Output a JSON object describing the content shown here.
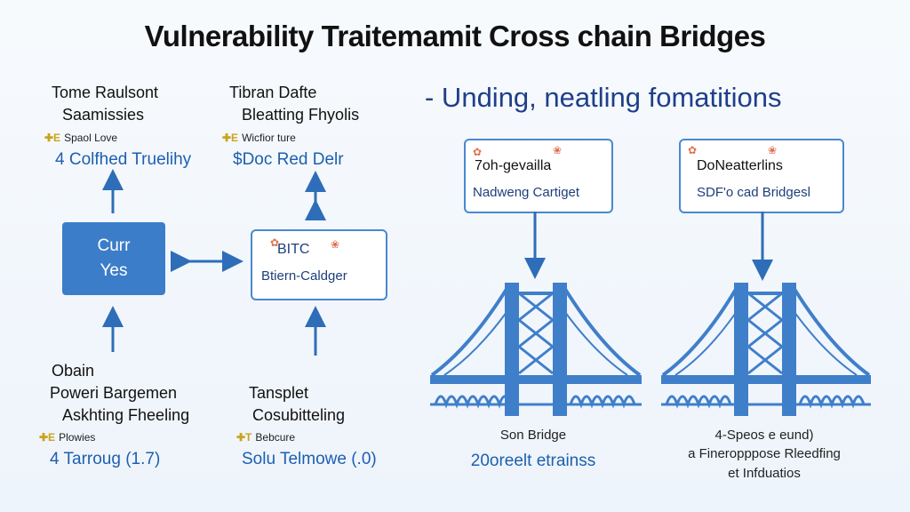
{
  "title": "Vulnerability Traitemamit Cross chain Bridges",
  "subtitle": "- Unding, neatling fomatitions",
  "top_left": {
    "line1": "Tome Raulsont",
    "line2": "Saamissies",
    "note": "Spaol Love",
    "value": "4 Colfhed Truelihy"
  },
  "top_mid": {
    "line1": "Tibran Dafte",
    "line2": "Bleatting Fhyolis",
    "note": "Wicfior ture",
    "value": "$Doc Red Delr"
  },
  "curr_box": {
    "line1": "Curr",
    "line2": "Yes"
  },
  "bitc_box": {
    "line1": "BITC",
    "line2": "Btiern-Caldger"
  },
  "bottom_left": {
    "line1": "Obain",
    "line2": "Poweri Bargemen",
    "line3": "Askhting Fheeling",
    "note": "Plowies",
    "value": "4 Tarroug (1.7)"
  },
  "bottom_mid": {
    "line1": "Tansplet",
    "line2": "Cosubitteling",
    "note": "Bebcure",
    "value": "Solu Telmowe (.0)"
  },
  "callout_left": {
    "line1": "7oh-gevailla",
    "line2": "Nadweng Cartiget"
  },
  "callout_right": {
    "line1": "DoNeatterlins",
    "line2": "SDF'o cad Bridgesl"
  },
  "bridge_left": {
    "caption": "Son Bridge",
    "value": "20oreelt etrainss"
  },
  "bridge_right": {
    "caption": "4-Speos e eund)",
    "line2": "a Fineropppose Rleedfing",
    "line3": "et Infduatios"
  },
  "colors": {
    "accent": "#3c7dc9",
    "bridge": "#3f7fca",
    "title_blue": "#1f3f8a"
  },
  "icons": [
    "arrow-up-icon",
    "arrow-updown-icon",
    "arrow-leftright-icon",
    "arrow-down-icon",
    "bridge-icon",
    "badge-icon"
  ]
}
